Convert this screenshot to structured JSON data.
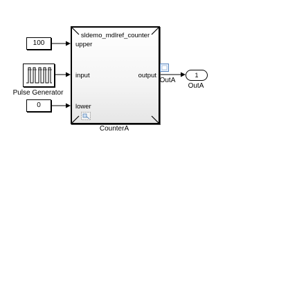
{
  "diagram": {
    "constant_upper": {
      "value": "100"
    },
    "constant_lower": {
      "value": "0"
    },
    "pulse_generator": {
      "label": "Pulse Generator"
    },
    "model_reference": {
      "title": "sldemo_mdlref_counter",
      "name": "CounterA",
      "inputs": [
        "upper",
        "input",
        "lower"
      ],
      "output": "output"
    },
    "signal_label": "OutA",
    "outport": {
      "number": "1",
      "label": "OutA"
    }
  }
}
